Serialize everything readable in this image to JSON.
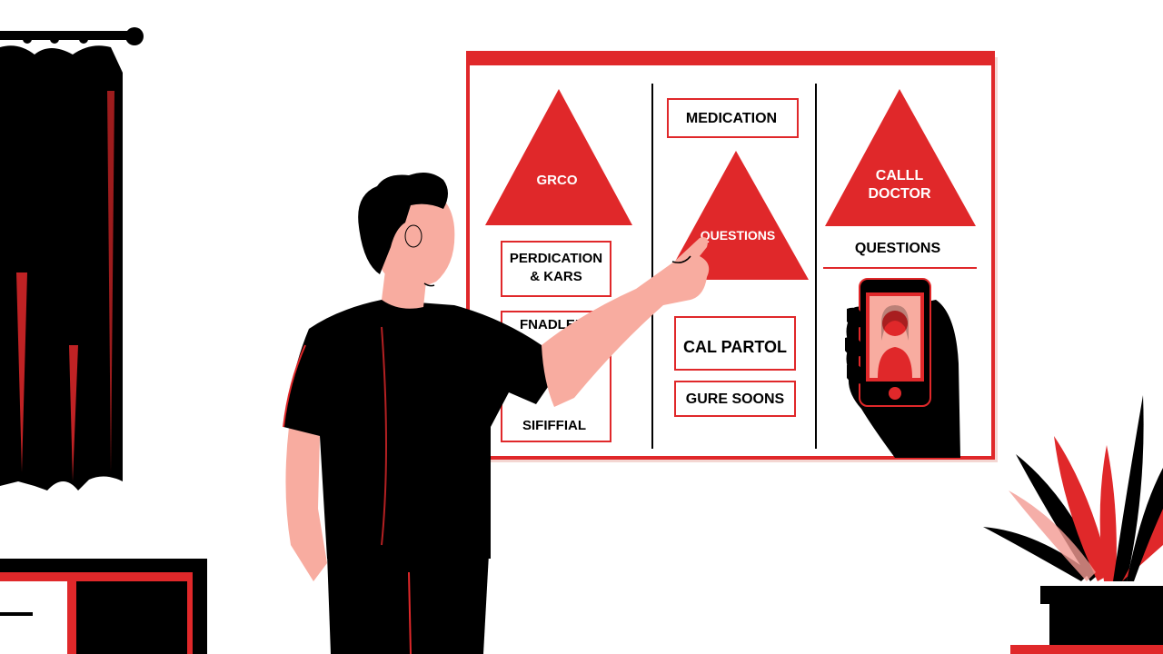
{
  "board": {
    "triangle_left": "GRCO",
    "triangle_center": "QUESTIONS",
    "triangle_right_line1": "CALLL",
    "triangle_right_line2": "DOCTOR",
    "left_card1_line1": "PERDICATION",
    "left_card1_line2": "& KARS",
    "left_card2_line1": "FNADLER",
    "left_card2_line2": "SIFIFFIAL",
    "center_card_top": "MEDICATION",
    "center_card_mid": "CAL PARTOL",
    "center_card_bottom": "GURE SOONS",
    "right_heading": "QUESTIONS"
  },
  "colors": {
    "accent": "#e0282a",
    "dark": "#000000",
    "skin": "#f8aca0",
    "background": "#ffffff"
  }
}
